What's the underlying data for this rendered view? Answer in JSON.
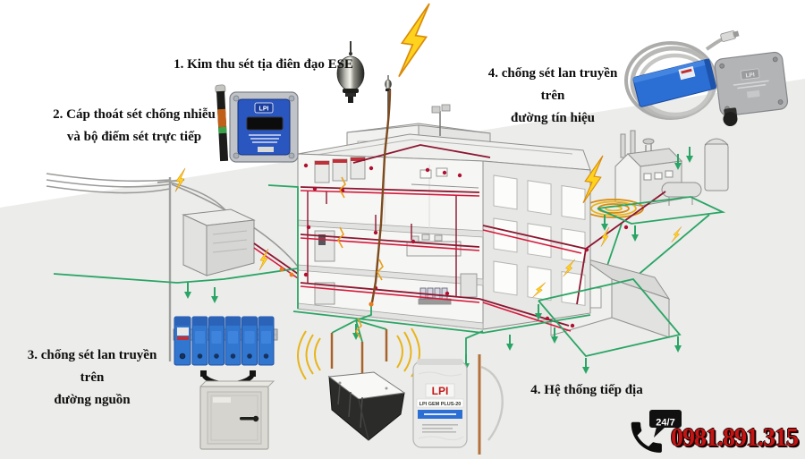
{
  "labels": {
    "ese": "1. Kim thu sét tịa điên đạo ESE",
    "cable_line1": "2. Cáp thoát sét chống nhiễu",
    "cable_line2": "và bộ điếm sét trực tiếp",
    "signal_line1": "4. chống sét lan truyền trên",
    "signal_line2": "đường tín hiệu",
    "power_line1": "3. chống sét lan truyền trên",
    "power_line2": "đường nguồn",
    "grounding": "4. Hệ thống tiếp địa"
  },
  "devices": {
    "lightning_counter_logo": "LPI",
    "signal_gray_box_logo": "LPI",
    "gem_bag_logo": "LPI",
    "gem_bag_product": "LPI GEM PLUS-20"
  },
  "contact": {
    "badge": "24/7",
    "phone": "0981.891.315",
    "phone_color": "#c41414"
  },
  "colors": {
    "ground": "#ececea",
    "bolt_yellow": "#ffd21e",
    "bolt_outline": "#d98b0a",
    "wire_red": "#d41a3c",
    "wire_maroon": "#8c1630",
    "wire_green": "#2aa565",
    "conductor_brown": "#7d4a1e",
    "device_blue": "#2b6fd4",
    "copper": "#b4713a"
  }
}
